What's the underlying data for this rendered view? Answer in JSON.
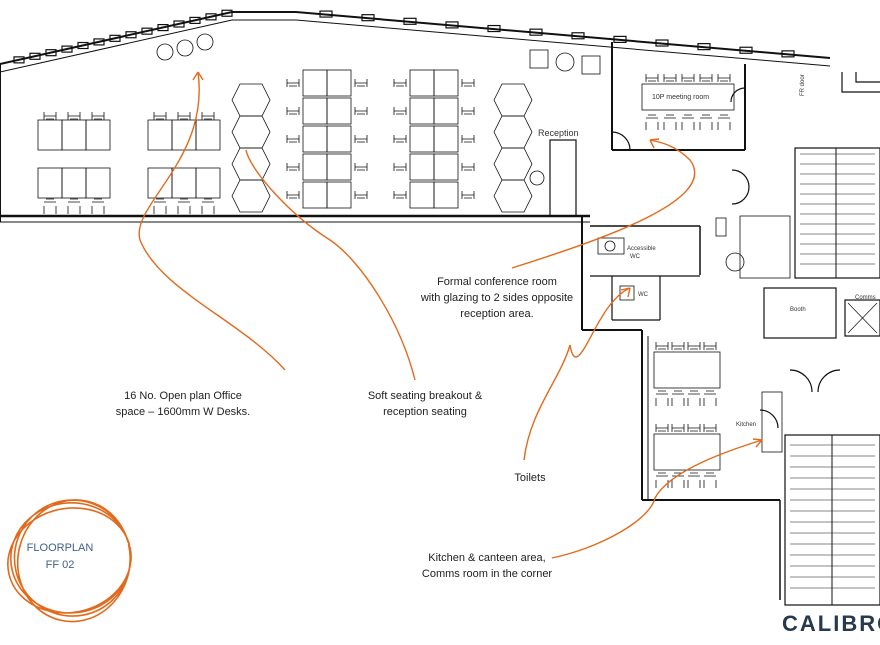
{
  "labels": {
    "reception": "Reception",
    "meeting_room": "10P meeting room",
    "accessible_wc_line1": "Accessible",
    "accessible_wc_line2": "WC",
    "wc": "WC",
    "booth": "Booth",
    "comms": "Comms",
    "kitchen": "Kitchen",
    "fire_door": "FR door"
  },
  "annotations": {
    "office_line1": "16 No. Open plan Office",
    "office_line2": "space – 1600mm W Desks.",
    "soft_line1": "Soft seating breakout &",
    "soft_line2": "reception seating",
    "conference_line1": "Formal conference room",
    "conference_line2": "with glazing to 2 sides opposite",
    "conference_line3": "reception area.",
    "toilets": "Toilets",
    "kitchen_line1": "Kitchen & canteen area,",
    "kitchen_line2": "Comms room in the corner"
  },
  "floorplan_tag": {
    "line1": "FLOORPLAN",
    "line2": "FF 02"
  },
  "logo": "CALIBRO",
  "colors": {
    "annotation": "#e26a1c",
    "lines": "#111111",
    "logo": "#26394d",
    "tag": "#3f5f85"
  }
}
